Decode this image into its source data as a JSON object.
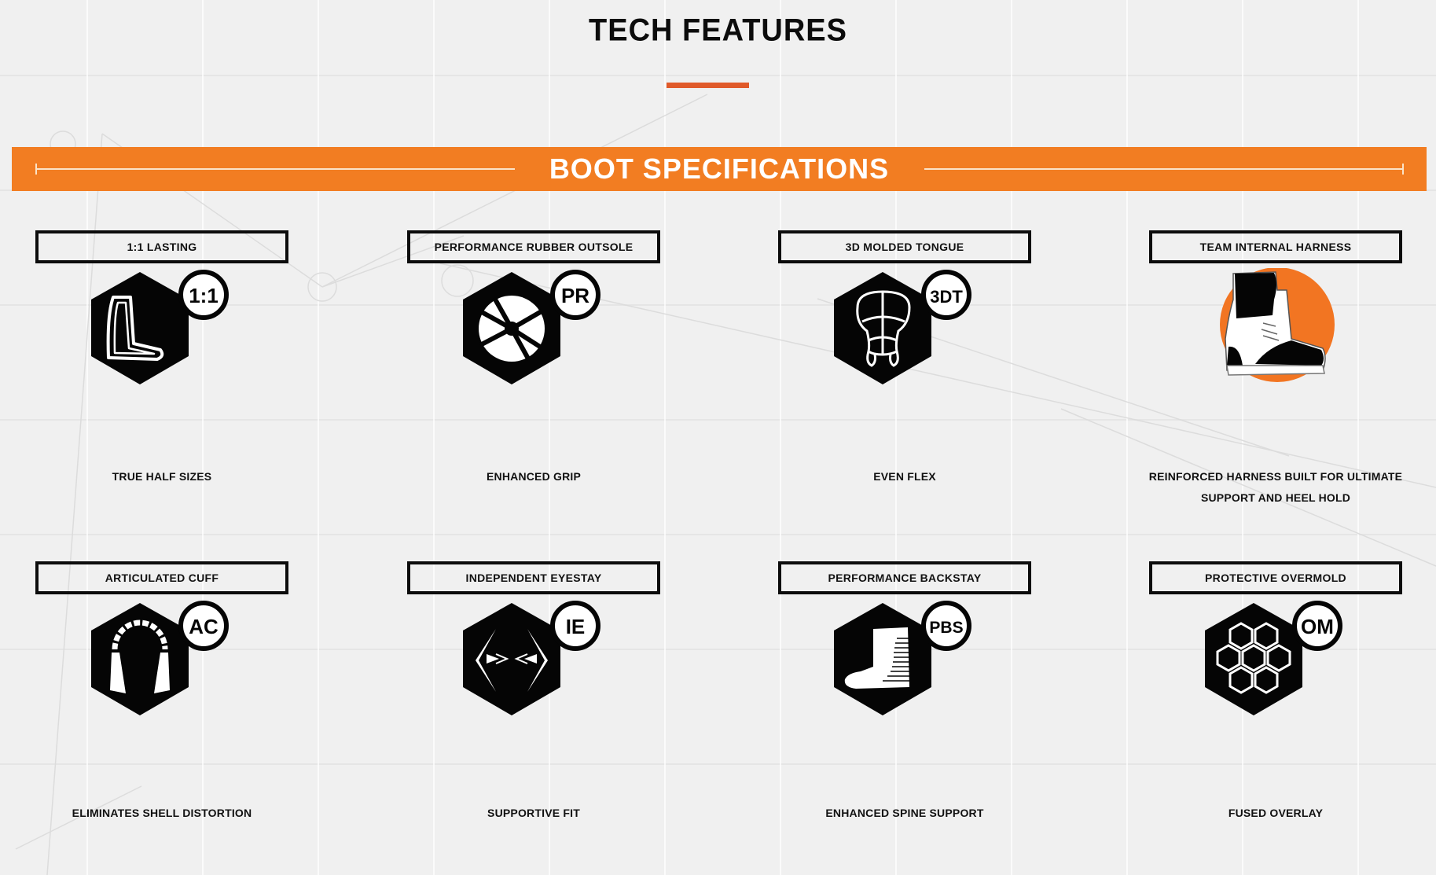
{
  "page": {
    "title": "TECH FEATURES",
    "accent_color": "#e05a2a",
    "banner_color": "#f27d22"
  },
  "banner": {
    "title": "BOOT SPECIFICATIONS"
  },
  "features": [
    {
      "label": "1:1 LASTING",
      "badge": "1:1",
      "icon": "boot-outline-icon",
      "caption": "TRUE HALF SIZES"
    },
    {
      "label": "PERFORMANCE RUBBER OUTSOLE",
      "badge": "PR",
      "icon": "aperture-grip-icon",
      "caption": "ENHANCED GRIP"
    },
    {
      "label": "3D MOLDED TONGUE",
      "badge": "3DT",
      "icon": "tongue-icon",
      "caption": "EVEN FLEX"
    },
    {
      "label": "TEAM INTERNAL HARNESS",
      "badge": "",
      "icon": "boot-harness-icon",
      "caption": "REINFORCED HARNESS BUILT FOR ULTIMATE SUPPORT AND HEEL HOLD"
    },
    {
      "label": "ARTICULATED CUFF",
      "badge": "AC",
      "icon": "cuff-arch-icon",
      "caption": "ELIMINATES SHELL DISTORTION"
    },
    {
      "label": "INDEPENDENT EYESTAY",
      "badge": "IE",
      "icon": "eyestay-arrows-icon",
      "caption": "SUPPORTIVE FIT"
    },
    {
      "label": "PERFORMANCE BACKSTAY",
      "badge": "PBS",
      "icon": "backstay-boot-icon",
      "caption": "ENHANCED SPINE SUPPORT"
    },
    {
      "label": "PROTECTIVE OVERMOLD",
      "badge": "OM",
      "icon": "honeycomb-icon",
      "caption": "FUSED OVERLAY"
    }
  ]
}
